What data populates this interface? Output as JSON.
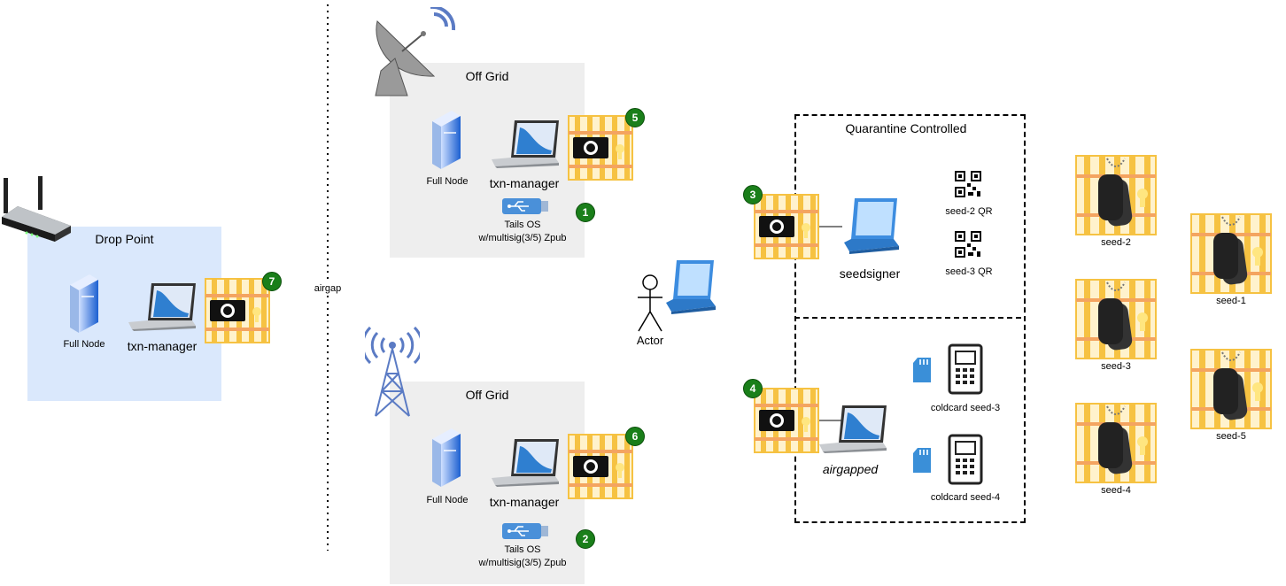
{
  "drop_point": {
    "title": "Drop Point",
    "full_node": "Full Node",
    "txn_manager": "txn-manager",
    "badge": "7"
  },
  "airgap": {
    "label": "airgap"
  },
  "off_grid_top": {
    "title": "Off Grid",
    "full_node": "Full Node",
    "txn_manager": "txn-manager",
    "badge_cam": "5",
    "badge_usb": "1",
    "usb_label_1": "Tails OS",
    "usb_label_2": "w/multisig(3/5) Zpub"
  },
  "off_grid_bottom": {
    "title": "Off Grid",
    "full_node": "Full Node",
    "txn_manager": "txn-manager",
    "badge_cam": "6",
    "badge_usb": "2",
    "usb_label_1": "Tails OS",
    "usb_label_2": "w/multisig(3/5) Zpub"
  },
  "actor": {
    "label": "Actor"
  },
  "quarantine": {
    "title": "Quarantine Controlled",
    "badge_top": "3",
    "badge_bottom": "4",
    "seedsigner": "seedsigner",
    "airgapped": "airgapped",
    "seed2_qr": "seed-2 QR",
    "seed3_qr": "seed-3 QR",
    "coldcard3": "coldcard seed-3",
    "coldcard4": "coldcard seed-4"
  },
  "seeds": {
    "seed_2": "seed-2",
    "seed_3": "seed-3",
    "seed_4": "seed-4",
    "seed_1": "seed-1",
    "seed_5": "seed-5"
  },
  "colors": {
    "vault_yellow": "#f6c242",
    "vault_fill": "#fff2cc",
    "vault_bar": "#f4a460",
    "badge_green": "#1a7f1a",
    "drop_point_bg": "#dae8fc",
    "off_grid_bg": "#eeeeee",
    "laptop_blue": "#2f7fd0"
  },
  "icons": [
    "router-icon",
    "server-icon",
    "laptop-icon",
    "vault-icon",
    "satellite-dish-icon",
    "radio-tower-icon",
    "usb-drive-icon",
    "qr-code-icon",
    "sd-card-icon",
    "coldcard-icon",
    "dog-tag-icon",
    "person-icon"
  ]
}
